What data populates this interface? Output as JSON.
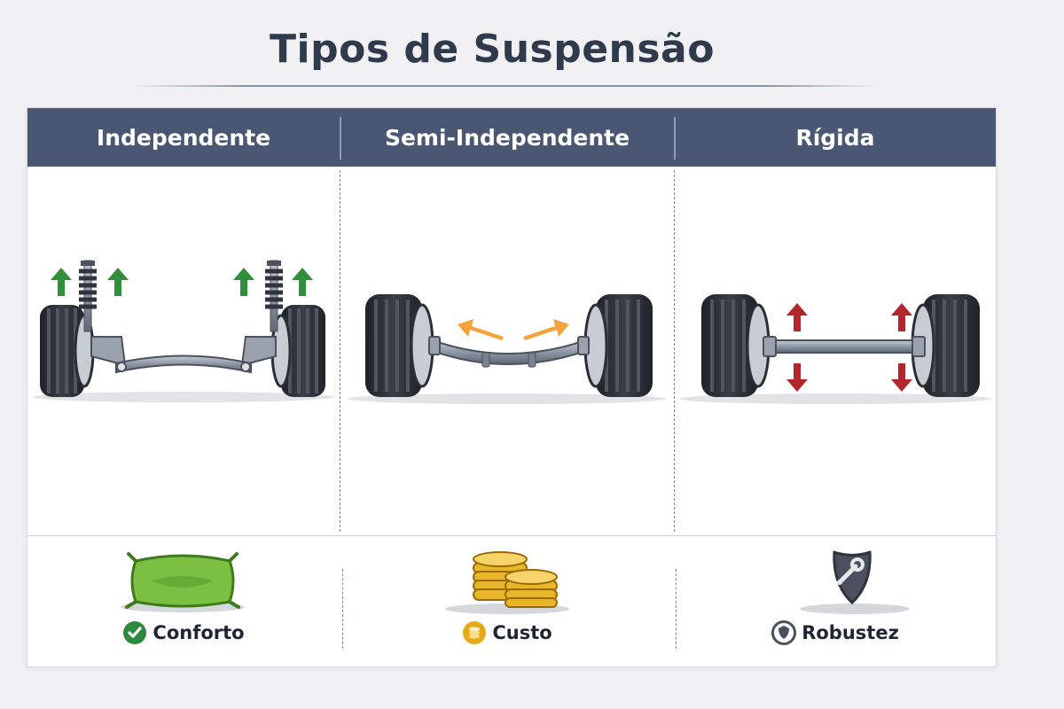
{
  "title": "Tipos de Suspensão",
  "columns": [
    {
      "name": "Independente",
      "feature": "Conforto",
      "feature_icon": "cushion-icon",
      "badge_icon": "check-circle-icon",
      "badge_color": "#2e8b3e",
      "arrow_color": "#2f8f3a"
    },
    {
      "name": "Semi-Independente",
      "feature": "Custo",
      "feature_icon": "coin-stack-icon",
      "badge_icon": "coin-icon",
      "badge_color": "#e7a91a",
      "arrow_color": "#f2a33a"
    },
    {
      "name": "Rígida",
      "feature": "Robustez",
      "feature_icon": "shield-wrench-icon",
      "badge_icon": "shield-icon",
      "badge_color": "#4a5060",
      "arrow_color": "#b3262b"
    }
  ],
  "colors": {
    "header_bg": "#4a5773",
    "title": "#2f3a4d",
    "tire": "#2b2e35",
    "metal": "#8e96a3"
  }
}
